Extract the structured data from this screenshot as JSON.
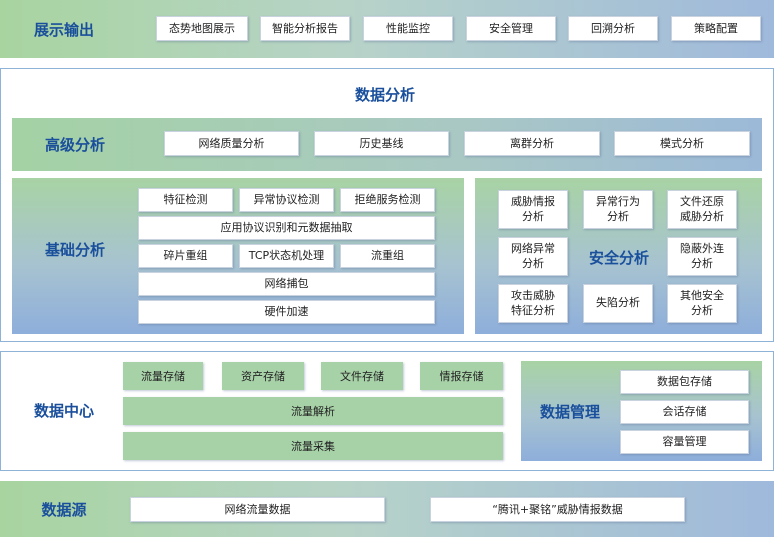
{
  "display": {
    "title": "展示输出",
    "items": [
      "态势地图展示",
      "智能分析报告",
      "性能监控",
      "安全管理",
      "回溯分析",
      "策略配置"
    ]
  },
  "analysis": {
    "title": "数据分析",
    "advanced": {
      "title": "高级分析",
      "items": [
        "网络质量分析",
        "历史基线",
        "离群分析",
        "模式分析"
      ]
    },
    "basic": {
      "title": "基础分析",
      "row1": [
        "特征检测",
        "异常协议检测",
        "拒绝服务检测"
      ],
      "row2": "应用协议识别和元数据抽取",
      "row3": [
        "碎片重组",
        "TCP状态机处理",
        "流重组"
      ],
      "row4": "网络捕包",
      "row5": "硬件加速"
    },
    "security": {
      "title": "安全分析",
      "items": [
        "威胁情报\n分析",
        "异常行为\n分析",
        "文件还原\n威胁分析",
        "网络异常\n分析",
        "隐蔽外连\n分析",
        "攻击威胁\n特征分析",
        "失陷分析",
        "其他安全\n分析"
      ]
    }
  },
  "data_center": {
    "title": "数据中心",
    "storage": [
      "流量存储",
      "资产存储",
      "文件存储",
      "情报存储"
    ],
    "parse": "流量解析",
    "collect": "流量采集"
  },
  "data_mgmt": {
    "title": "数据管理",
    "items": [
      "数据包存储",
      "会话存储",
      "容量管理"
    ]
  },
  "source": {
    "title": "数据源",
    "items": [
      "网络流量数据",
      "“腾讯+聚铭”威胁情报数据"
    ]
  }
}
